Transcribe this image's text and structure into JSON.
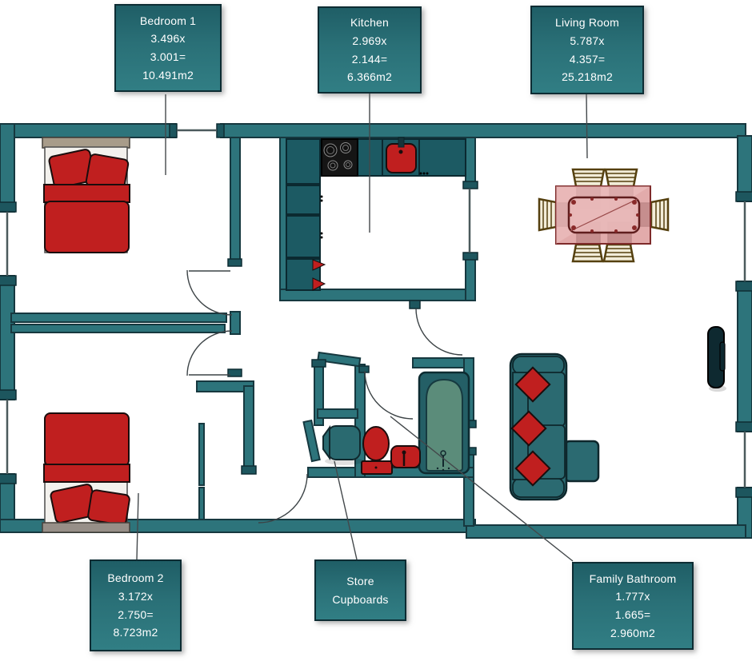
{
  "labels": [
    {
      "id": "bedroom-1",
      "lines": [
        "Bedroom 1",
        "3.496x",
        "3.001=",
        "10.491m2"
      ]
    },
    {
      "id": "kitchen",
      "lines": [
        "Kitchen",
        "2.969x",
        "2.144=",
        "6.366m2"
      ]
    },
    {
      "id": "living-room",
      "lines": [
        "Living Room",
        "5.787x",
        "4.357=",
        "25.218m2"
      ]
    },
    {
      "id": "bedroom-2",
      "lines": [
        "Bedroom 2",
        "3.172x",
        "2.750=",
        "8.723m2"
      ]
    },
    {
      "id": "store-cupboards",
      "lines": [
        "Store",
        "Cupboards"
      ]
    },
    {
      "id": "family-bathroom",
      "lines": [
        "Family Bathroom",
        "1.777x",
        "1.665=",
        "2.960m2"
      ]
    }
  ],
  "colors": {
    "wall_teal": "#2d747b",
    "label_box_teal": "#2a7077",
    "label_border": "#0d2c33",
    "accent_red": "#c01f1f",
    "cabinet_teal": "#1c5a63",
    "bath_green": "#5b8c7a",
    "table_pink": "#dd9c9c",
    "chair_cream": "#f2ecd8",
    "floor_white": "#ffffff"
  },
  "furniture_icons": [
    "double-bed",
    "pillow",
    "stove-hob",
    "kitchen-sink",
    "kitchen-cabinets",
    "dining-table",
    "dining-chair",
    "l-shaped-sofa",
    "cushion",
    "tv",
    "bathtub",
    "toilet",
    "wash-basin",
    "storage-tank",
    "wardrobe",
    "door-swing",
    "window"
  ]
}
